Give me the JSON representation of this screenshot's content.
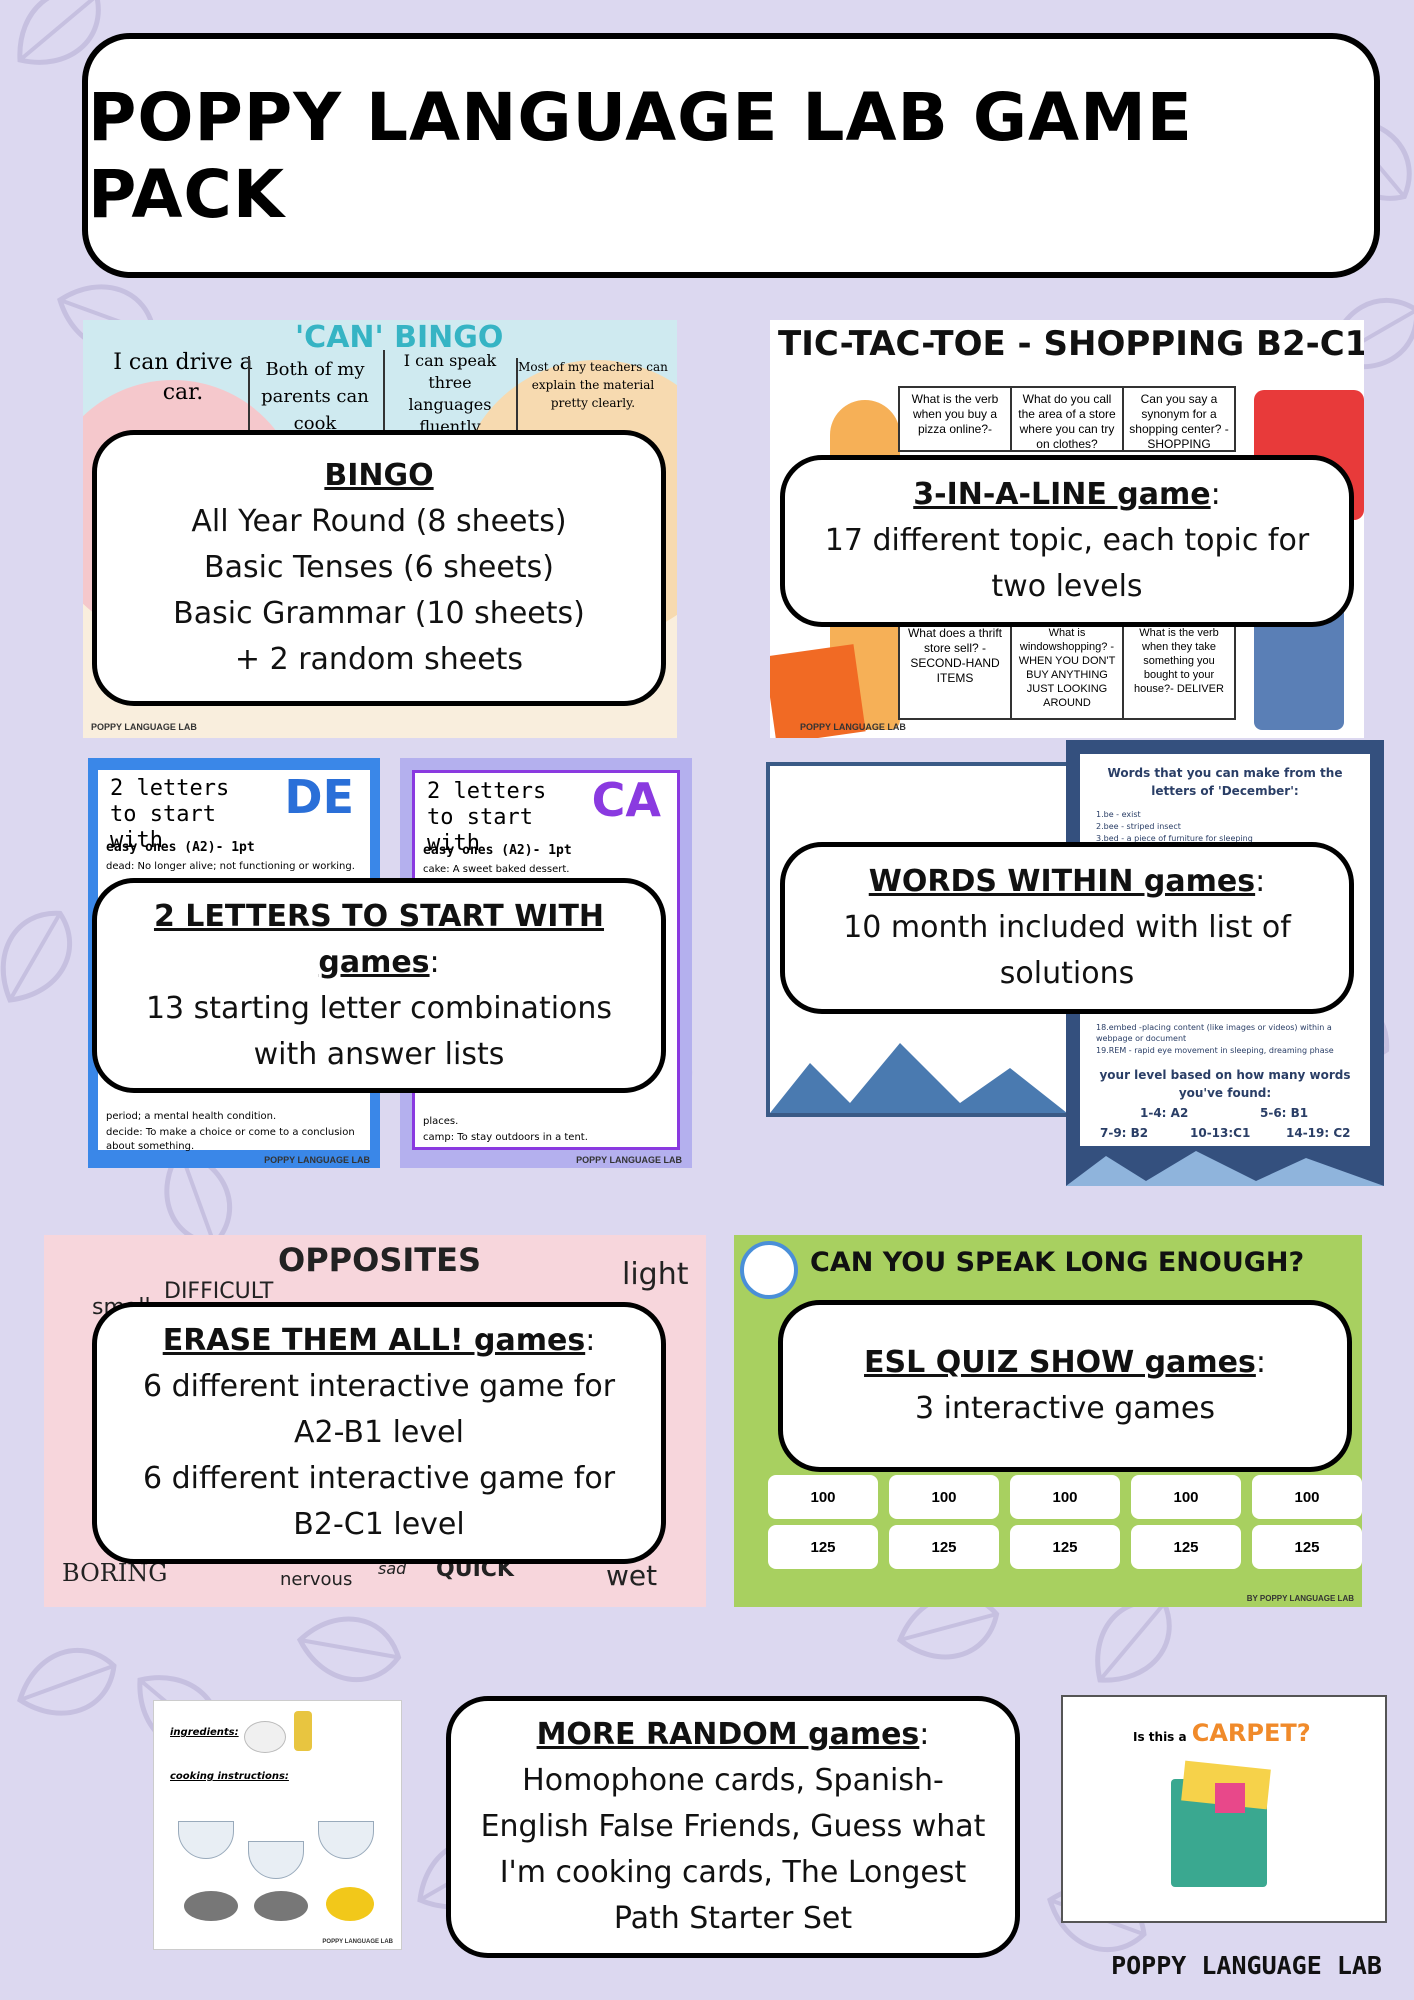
{
  "title": "POPPY LANGUAGE LAB GAME PACK",
  "brand": "POPPY LANGUAGE LAB",
  "cards": {
    "bingo": {
      "heading": "BINGO",
      "lines": [
        "All Year Round (8 sheets)",
        "Basic Tenses (6 sheets)",
        "Basic Grammar (10 sheets)",
        "+ 2 random sheets"
      ],
      "preview_title": "'CAN' BINGO",
      "preview_cells": [
        "I can drive a car.",
        "Both of my parents can cook",
        "I can speak three languages fluently",
        "Most of my teachers can explain the material pretty clearly."
      ],
      "preview_brand": "POPPY LANGUAGE LAB"
    },
    "tictactoe": {
      "heading": "3-IN-A-LINE game",
      "suffix": ":",
      "lines": [
        "17 different topic, each topic for two levels"
      ],
      "preview_title": "TIC-TAC-TOE - SHOPPING B2-C1",
      "preview_cells_top": [
        "What is the verb when you buy a pizza online?-",
        "What do you call the area of a store where you can try on clothes?",
        "Can you say a synonym for a shopping center? - SHOPPING"
      ],
      "preview_cells_bottom": [
        "What does a thrift store sell? - SECOND-HAND ITEMS",
        "What is windowshopping? - WHEN YOU DON'T BUY ANYTHING JUST LOOKING AROUND",
        "What is the verb when they take something you bought to your house?- DELIVER"
      ],
      "preview_brand": "POPPY LANGUAGE LAB"
    },
    "letters": {
      "heading_1": "2 LETTERS TO START WITH",
      "heading_2": "games",
      "suffix": ":",
      "lines": [
        "13 starting letter combinations with answer lists"
      ],
      "preview_left_title": "2 letters to start with",
      "preview_left_letters": "DE",
      "preview_right_title": "2 letters to start with",
      "preview_right_letters": "CA",
      "preview_sub": "easy ones (A2)- 1pt",
      "preview_left_items": [
        "dead: No longer alive; not functioning or working.",
        "period; a mental health condition.",
        "decide: To make a choice or come to a conclusion about something."
      ],
      "preview_right_items": [
        "cake: A sweet baked dessert.",
        "places.",
        "camp: To stay outdoors in a tent."
      ],
      "preview_brand": "POPPY LANGUAGE LAB"
    },
    "words_within": {
      "heading": "WORDS WITHIN games",
      "suffix": ":",
      "lines": [
        "10 month included with list of solutions"
      ],
      "preview_title": "Words that you can make from the letters of 'December':",
      "preview_items": [
        "1.be - exist",
        "2.bee - striped insect",
        "3.bed - a piece of furniture for sleeping"
      ],
      "preview_items_bottom": [
        "18.embed -placing content (like images or videos) within a webpage or document",
        "19.REM - rapid eye movement in sleeping, dreaming phase"
      ],
      "preview_level_title": "your level based on how many words you've found:",
      "preview_levels": [
        "1-4: A2",
        "5-6: B1",
        "7-9: B2",
        "10-13:C1",
        "14-19: C2"
      ]
    },
    "erase": {
      "heading": "ERASE THEM ALL!  games",
      "suffix": ":",
      "lines": [
        "6 different interactive game for A2-B1 level",
        "6 different interactive game for B2-C1 level"
      ],
      "preview_title": "OPPOSITES",
      "preview_words": [
        "light",
        "small",
        "DIFFICULT",
        "BORING",
        "nervous",
        "sad",
        "QUICK",
        "wet"
      ]
    },
    "quiz": {
      "heading": "ESL QUIZ SHOW games",
      "suffix": ":",
      "lines": [
        "3 interactive games"
      ],
      "preview_title": "CAN YOU SPEAK LONG ENOUGH?",
      "preview_row_1": [
        "100",
        "100",
        "100",
        "100",
        "100"
      ],
      "preview_row_2": [
        "125",
        "125",
        "125",
        "125",
        "125"
      ],
      "preview_brand": "BY POPPY LANGUAGE LAB"
    },
    "random": {
      "heading": "MORE RANDOM games",
      "suffix": ":",
      "lines": [
        "Homophone cards, Spanish-English False Friends, Guess what I'm cooking cards, The Longest Path Starter Set"
      ],
      "preview_left_labels": [
        "ingredients:",
        "cooking instructions:"
      ],
      "preview_left_brand": "POPPY LANGUAGE LAB",
      "preview_right_question": "Is this a",
      "preview_right_word": "CARPET?"
    }
  },
  "colors": {
    "background": "#dcd8f0",
    "leaf": "#c8c2e2",
    "quiz_green": "#a8d060",
    "de_blue": "#3a7be0",
    "ca_purple": "#8a3ae0",
    "carpet_orange": "#f08a2a"
  }
}
